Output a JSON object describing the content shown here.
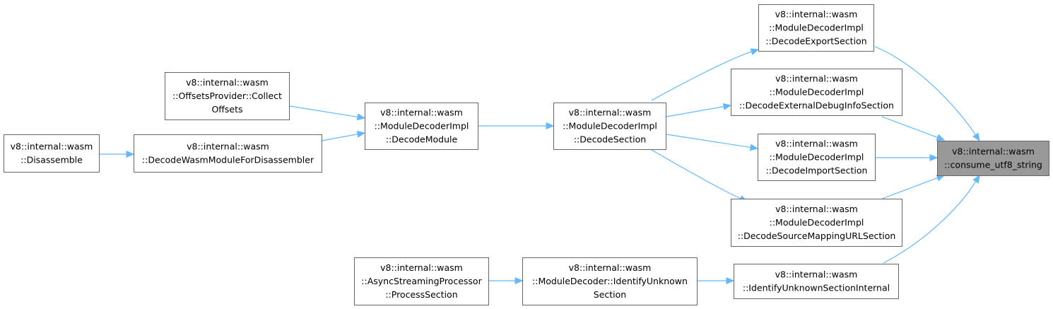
{
  "nodes": [
    {
      "id": "disassemble",
      "lines": [
        "v8::internal::wasm",
        "::Disassemble"
      ],
      "highlight": false
    },
    {
      "id": "decode-for-disassembler",
      "lines": [
        "v8::internal::wasm",
        "::DecodeWasmModuleForDisassembler"
      ],
      "highlight": false
    },
    {
      "id": "collect-offsets",
      "lines": [
        "v8::internal::wasm",
        "::OffsetsProvider::Collect",
        "Offsets"
      ],
      "highlight": false
    },
    {
      "id": "decode-module",
      "lines": [
        "v8::internal::wasm",
        "::ModuleDecoderImpl",
        "::DecodeModule"
      ],
      "highlight": false
    },
    {
      "id": "decode-section",
      "lines": [
        "v8::internal::wasm",
        "::ModuleDecoderImpl",
        "::DecodeSection"
      ],
      "highlight": false
    },
    {
      "id": "decode-export-section",
      "lines": [
        "v8::internal::wasm",
        "::ModuleDecoderImpl",
        "::DecodeExportSection"
      ],
      "highlight": false
    },
    {
      "id": "decode-external-debug-info",
      "lines": [
        "v8::internal::wasm",
        "::ModuleDecoderImpl",
        "::DecodeExternalDebugInfoSection"
      ],
      "highlight": false
    },
    {
      "id": "decode-import-section",
      "lines": [
        "v8::internal::wasm",
        "::ModuleDecoderImpl",
        "::DecodeImportSection"
      ],
      "highlight": false
    },
    {
      "id": "decode-source-mapping-url",
      "lines": [
        "v8::internal::wasm",
        "::ModuleDecoderImpl",
        "::DecodeSourceMappingURLSection"
      ],
      "highlight": false
    },
    {
      "id": "process-section",
      "lines": [
        "v8::internal::wasm",
        "::AsyncStreamingProcessor",
        "::ProcessSection"
      ],
      "highlight": false
    },
    {
      "id": "identify-unknown-section",
      "lines": [
        "v8::internal::wasm",
        "::ModuleDecoder::IdentifyUnknown",
        "Section"
      ],
      "highlight": false
    },
    {
      "id": "identify-unknown-section-internal",
      "lines": [
        "v8::internal::wasm",
        "::IdentifyUnknownSectionInternal"
      ],
      "highlight": false
    },
    {
      "id": "consume-utf8-string",
      "lines": [
        "v8::internal::wasm",
        "::consume_utf8_string"
      ],
      "highlight": true
    }
  ],
  "edges": [
    {
      "from": "disassemble",
      "to": "decode-for-disassembler"
    },
    {
      "from": "decode-for-disassembler",
      "to": "decode-module"
    },
    {
      "from": "collect-offsets",
      "to": "decode-module"
    },
    {
      "from": "decode-module",
      "to": "decode-section"
    },
    {
      "from": "decode-section",
      "to": "decode-export-section"
    },
    {
      "from": "decode-section",
      "to": "decode-external-debug-info"
    },
    {
      "from": "decode-section",
      "to": "decode-import-section"
    },
    {
      "from": "decode-section",
      "to": "decode-source-mapping-url"
    },
    {
      "from": "process-section",
      "to": "identify-unknown-section"
    },
    {
      "from": "identify-unknown-section",
      "to": "identify-unknown-section-internal"
    },
    {
      "from": "decode-export-section",
      "to": "consume-utf8-string"
    },
    {
      "from": "decode-external-debug-info",
      "to": "consume-utf8-string"
    },
    {
      "from": "decode-import-section",
      "to": "consume-utf8-string"
    },
    {
      "from": "decode-source-mapping-url",
      "to": "consume-utf8-string"
    },
    {
      "from": "identify-unknown-section-internal",
      "to": "consume-utf8-string"
    }
  ],
  "colors": {
    "edge": "#63b8ff",
    "node_border": "#666666",
    "highlight_fill": "#999999"
  }
}
